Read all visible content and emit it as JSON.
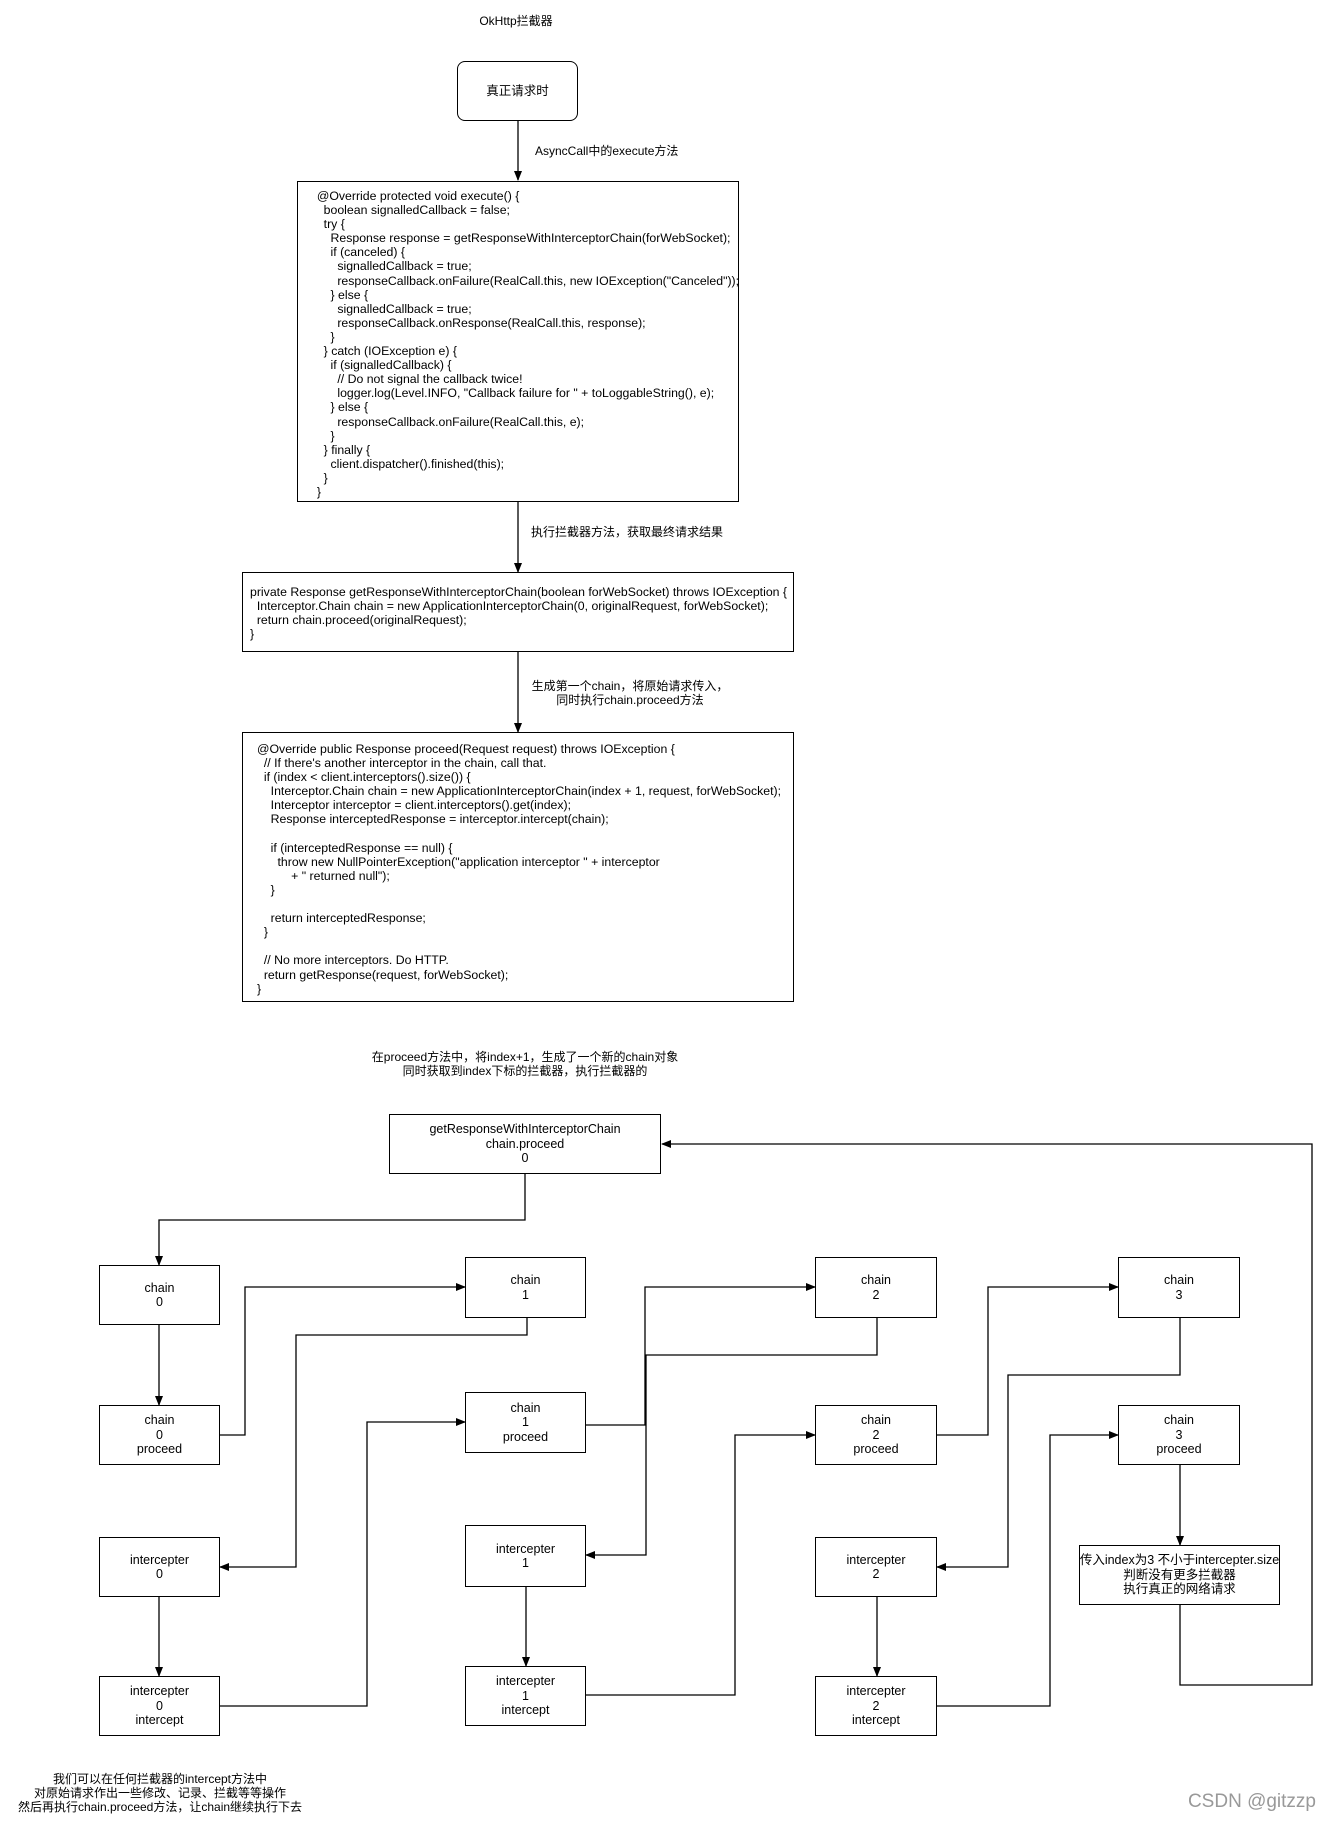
{
  "title": "OkHttp拦截器",
  "start": "真正请求时",
  "edge_labels": {
    "to_execute": "AsyncCall中的execute方法",
    "to_get_response": "执行拦截器方法，获取最终请求结果",
    "to_proceed": "生成第一个chain，将原始请求传入，\n同时执行chain.proceed方法"
  },
  "code": {
    "execute": "  @Override protected void execute() {\n    boolean signalledCallback = false;\n    try {\n      Response response = getResponseWithInterceptorChain(forWebSocket);\n      if (canceled) {\n        signalledCallback = true;\n        responseCallback.onFailure(RealCall.this, new IOException(\"Canceled\"));\n      } else {\n        signalledCallback = true;\n        responseCallback.onResponse(RealCall.this, response);\n      }\n    } catch (IOException e) {\n      if (signalledCallback) {\n        // Do not signal the callback twice!\n        logger.log(Level.INFO, \"Callback failure for \" + toLoggableString(), e);\n      } else {\n        responseCallback.onFailure(RealCall.this, e);\n      }\n    } finally {\n      client.dispatcher().finished(this);\n    }\n  }",
    "get_response": "private Response getResponseWithInterceptorChain(boolean forWebSocket) throws IOException {\n  Interceptor.Chain chain = new ApplicationInterceptorChain(0, originalRequest, forWebSocket);\n  return chain.proceed(originalRequest);\n}",
    "proceed": "@Override public Response proceed(Request request) throws IOException {\n  // If there's another interceptor in the chain, call that.\n  if (index < client.interceptors().size()) {\n    Interceptor.Chain chain = new ApplicationInterceptorChain(index + 1, request, forWebSocket);\n    Interceptor interceptor = client.interceptors().get(index);\n    Response interceptedResponse = interceptor.intercept(chain);\n\n    if (interceptedResponse == null) {\n      throw new NullPointerException(\"application interceptor \" + interceptor\n          + \" returned null\");\n    }\n\n    return interceptedResponse;\n  }\n\n  // No more interceptors. Do HTTP.\n  return getResponse(request, forWebSocket);\n}"
  },
  "section_note": "在proceed方法中，将index+1，生成了一个新的chain对象\n同时获取到index下标的拦截器，执行拦截器的",
  "nodes": {
    "root": "getResponseWithInterceptorChain\nchain.proceed\n0",
    "chain0": "chain\n0",
    "chain0_proceed": "chain\n0\nproceed",
    "interceptor0": "intercepter\n0",
    "interceptor0_intercept": "intercepter\n0\nintercept",
    "chain1": "chain\n1",
    "chain1_proceed": "chain\n1\nproceed",
    "interceptor1": "intercepter\n1",
    "interceptor1_intercept": "intercepter\n1\nintercept",
    "chain2": "chain\n2",
    "chain2_proceed": "chain\n2\nproceed",
    "interceptor2": "intercepter\n2",
    "interceptor2_intercept": "intercepter\n2\nintercept",
    "chain3": "chain\n3",
    "chain3_proceed": "chain\n3\nproceed",
    "final": "传入index为3 不小于intercepter.size\n判断没有更多拦截器\n执行真正的网络请求"
  },
  "bottom_note": "我们可以在任何拦截器的intercept方法中\n对原始请求作出一些修改、记录、拦截等等操作\n然后再执行chain.proceed方法，让chain继续执行下去",
  "watermark": "CSDN @gitzzp"
}
